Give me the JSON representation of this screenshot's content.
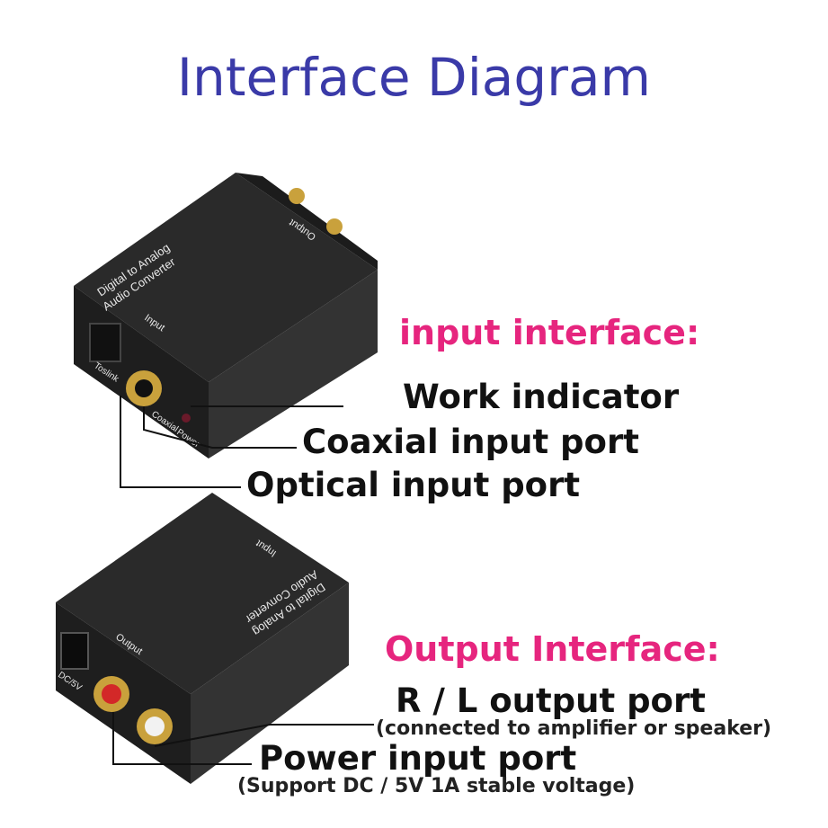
{
  "title": "Interface Diagram",
  "colors": {
    "title": "#3a3aa8",
    "header": "#e6257e",
    "text": "#111111"
  },
  "top_device": {
    "face_label": "Digital to Analog Audio Converter",
    "face_line1": "Digital to Analog",
    "face_line2": "Audio Converter",
    "input_label": "Input",
    "output_label": "Output",
    "toslink_label": "Toslink",
    "coaxial_label": "Coaxial",
    "power_label": "Power"
  },
  "bottom_device": {
    "face_line1": "Digital to Analog",
    "face_line2": "Audio Converter",
    "input_label": "Input",
    "output_label": "Output",
    "dc_label": "DC/5V"
  },
  "input_section": {
    "header": "input interface:",
    "labels": [
      "Work indicator",
      "Coaxial input port",
      "Optical input port"
    ]
  },
  "output_section": {
    "header": "Output Interface:",
    "rl_label": "R / L output port",
    "rl_note": "(connected to amplifier or speaker)",
    "power_label": "Power input port",
    "power_note": "(Support DC / 5V 1A stable voltage)"
  }
}
